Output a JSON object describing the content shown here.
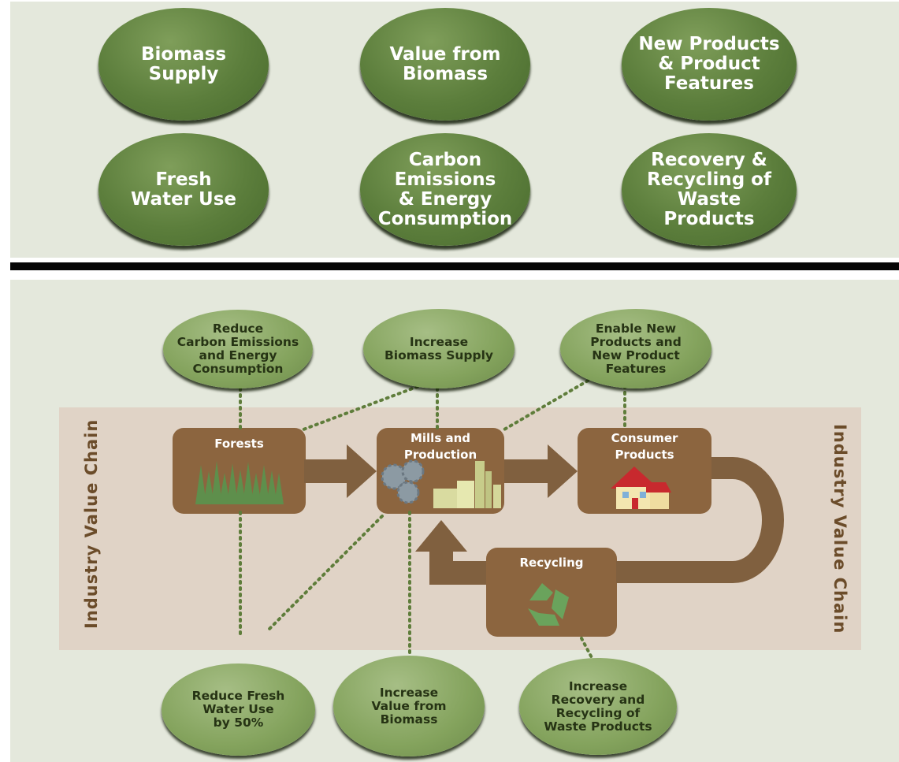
{
  "focus_areas": [
    "Biomass\nSupply",
    "Value from\nBiomass",
    "New Products\n& Product\nFeatures",
    "Fresh\nWater Use",
    "Carbon\nEmissions\n& Energy\nConsumption",
    "Recovery &\nRecycling of\nWaste Products"
  ],
  "goals_top": [
    "Reduce\nCarbon Emissions\nand Energy\nConsumption",
    "Increase\nBiomass Supply",
    "Enable New\nProducts and\nNew Product\nFeatures"
  ],
  "goals_bottom": [
    "Reduce Fresh\nWater Use\nby 50%",
    "Increase\nValue from\nBiomass",
    "Increase\nRecovery and\nRecycling of\nWaste Products"
  ],
  "value_chain": {
    "side_label": "Industry Value Chain",
    "stages": [
      "Forests",
      "Mills and\nProduction",
      "Consumer\nProducts",
      "Recycling"
    ]
  },
  "colors": {
    "panel": "#e4e8dc",
    "band": "#e0d3c6",
    "stage_box": "#8c653f",
    "arrow": "#80603f",
    "oval_dark": "#5c7e3c",
    "oval_light": "#84a35d",
    "dotted_line": "#5f7d3b"
  }
}
